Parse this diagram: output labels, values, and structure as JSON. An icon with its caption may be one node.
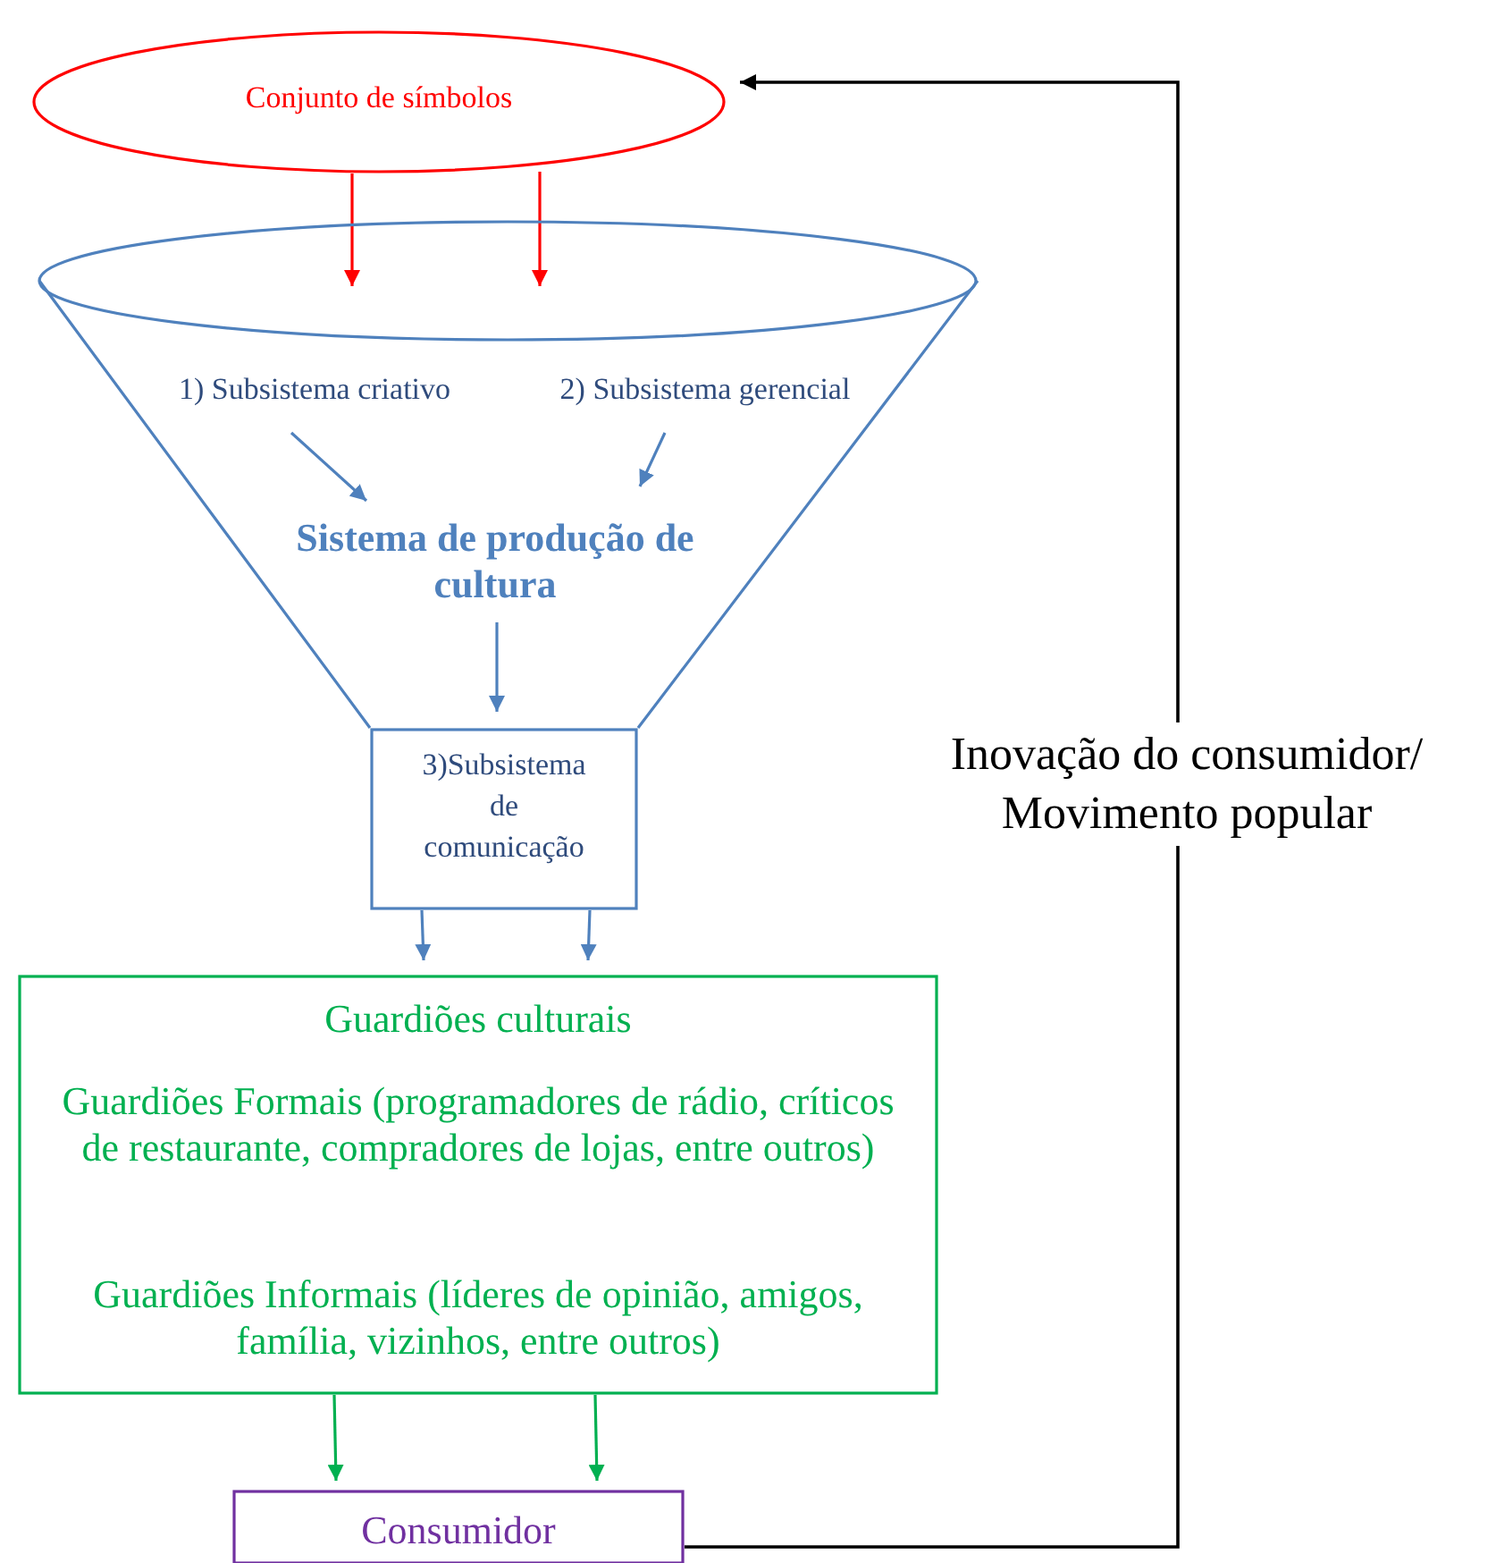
{
  "diagram": {
    "nodes": [
      {
        "text": [
          "Conjunto de símbolos"
        ]
      },
      {
        "text": [],
        "shape": "funnel"
      },
      {
        "text": [
          "1) Subsistema criativo"
        ],
        "in": 1
      },
      {
        "text": [
          "2) Subsistema gerencial"
        ],
        "in": 1
      },
      {
        "text": [
          "Sistema de produção de cultura"
        ],
        "in": 1
      },
      {
        "text": [
          "3)Subsistema de comunicação"
        ]
      },
      {
        "text": [
          "Guardiões culturais",
          "Guardiões Formais (programadores de rádio, críticos de restaurante, compradores de lojas, entre outros)",
          "Guardiões Informais (líderes de opinião, amigos, família, vizinhos, entre outros)"
        ]
      },
      {
        "text": [
          "Consumidor"
        ]
      }
    ],
    "edges": [
      {
        "from": 0,
        "to": 1,
        "arrow": "to",
        "color": "#ff0000"
      },
      {
        "from": 0,
        "to": 1,
        "arrow": "to",
        "color": "#ff0000"
      },
      {
        "from": 2,
        "to": 4,
        "arrow": "to"
      },
      {
        "from": 3,
        "to": 4,
        "arrow": "to"
      },
      {
        "from": 4,
        "to": 5,
        "arrow": "to"
      },
      {
        "from": 5,
        "to": 6,
        "arrow": "to"
      },
      {
        "from": 5,
        "to": 6,
        "arrow": "to"
      },
      {
        "from": 6,
        "to": 7,
        "arrow": "to",
        "color": "#00b050"
      },
      {
        "from": 6,
        "to": 7,
        "arrow": "to",
        "color": "#00b050"
      },
      {
        "from": 7,
        "to": 0,
        "arrow": "to",
        "color": "#000000",
        "label": "Inovação do consumidor/ Movimento popular"
      }
    ]
  }
}
